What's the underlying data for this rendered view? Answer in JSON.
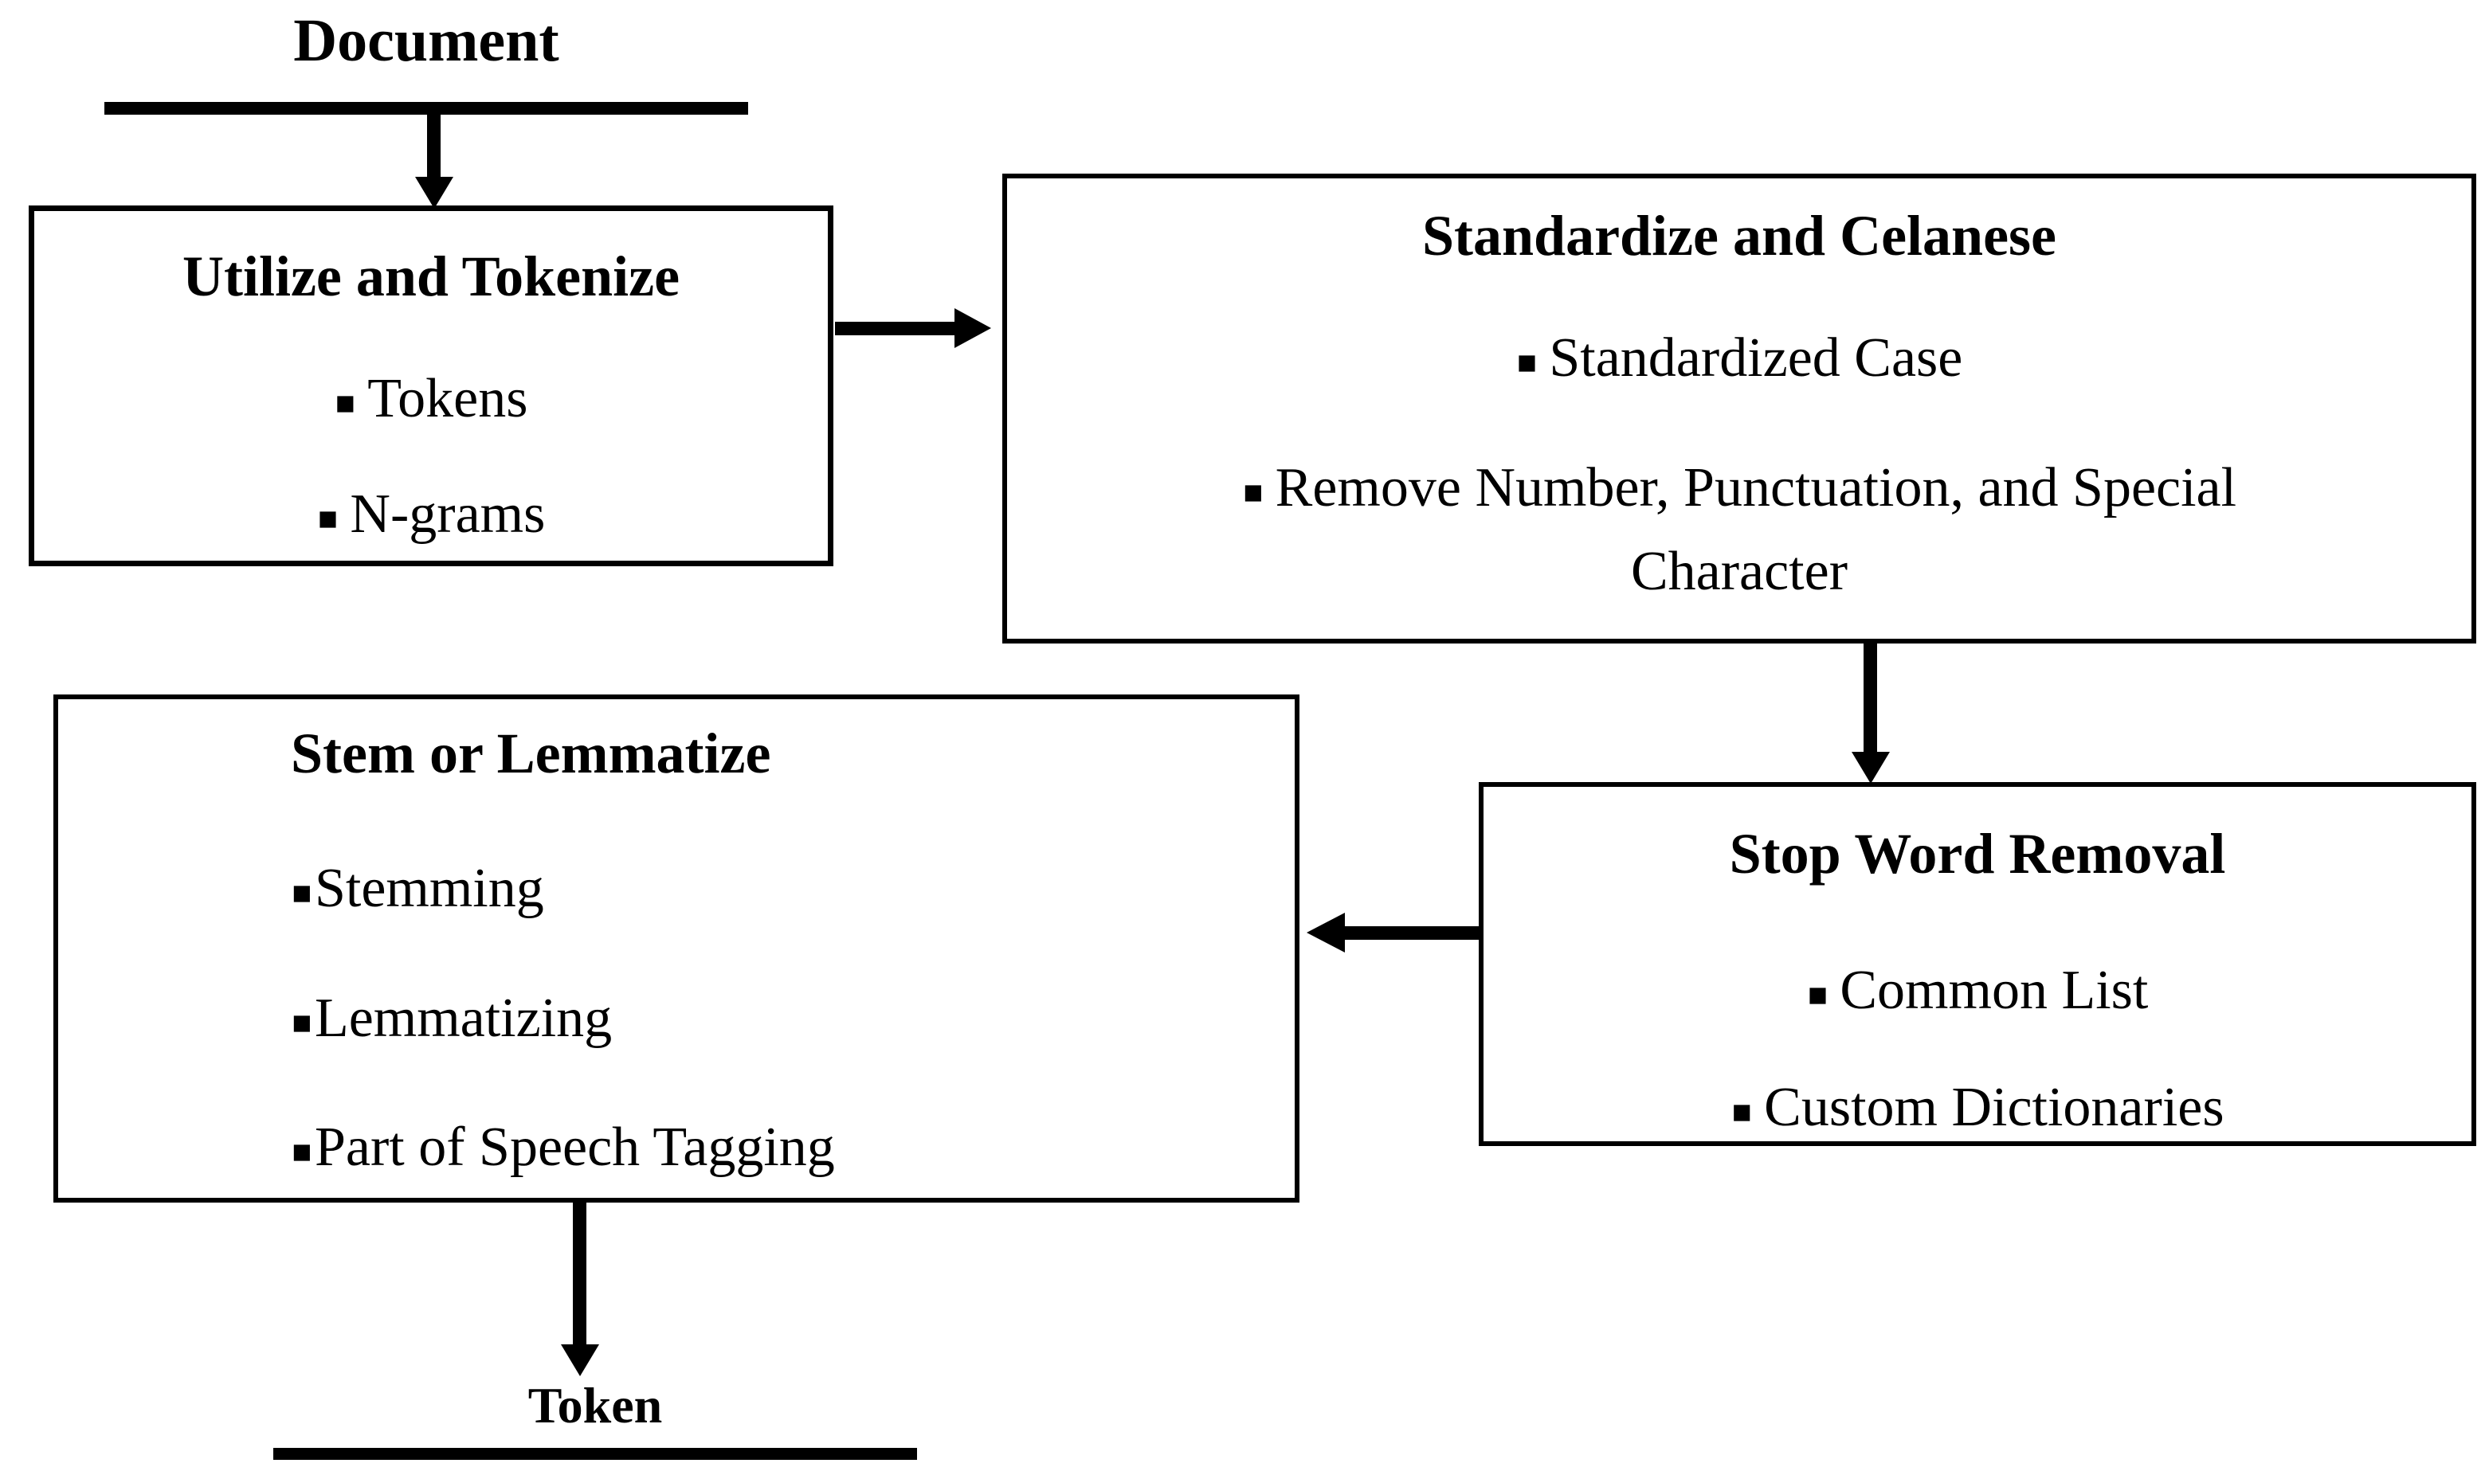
{
  "diagram": {
    "start_label": "Document",
    "end_label": "Token",
    "bullet_glyph": "▪",
    "colors": {
      "ink": "#000000",
      "background": "#ffffff"
    },
    "boxes": {
      "utilize": {
        "title": "Utilize and Tokenize",
        "bullets": [
          "Tokens",
          "N-grams"
        ]
      },
      "standardize": {
        "title": "Standardize and Celanese",
        "bullets": [
          "Standardized Case",
          "Remove Number, Punctuation, and Special Character"
        ]
      },
      "stopword": {
        "title": "Stop Word Removal",
        "bullets": [
          "Common List",
          "Custom Dictionaries"
        ]
      },
      "stem": {
        "title": "Stem or Lemmatize",
        "bullets": [
          "Stemming",
          "Lemmatizing",
          "Part of Speech Tagging"
        ]
      }
    }
  }
}
